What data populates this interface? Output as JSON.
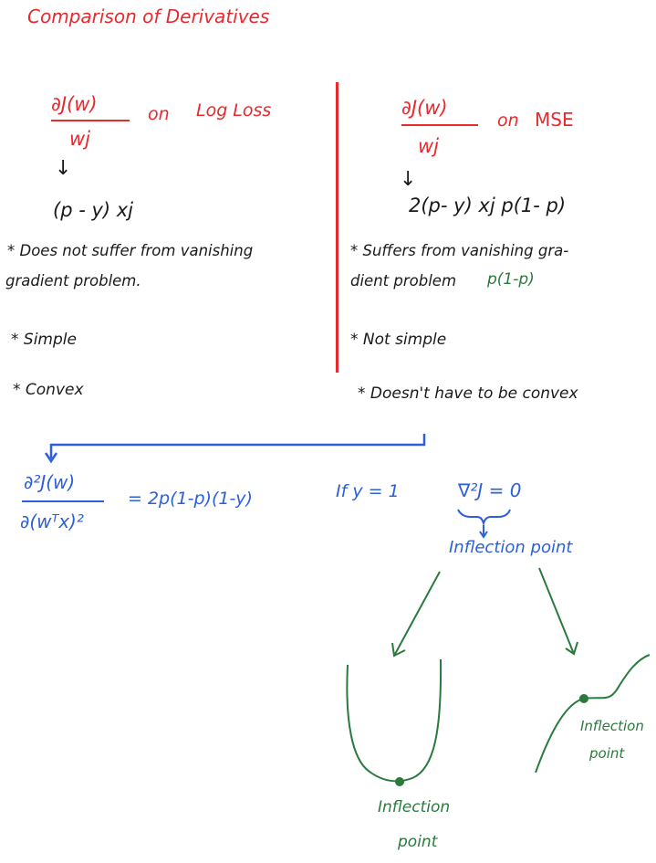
{
  "title": "Comparison of Derivatives",
  "left": {
    "numerator": "∂J(w)",
    "denominator": "wj",
    "on_label": "on",
    "loss_name": "Log Loss",
    "arrow": "↓",
    "derivative": "(p - y) xj",
    "note1_line1": "* Does not suffer from vanishing",
    "note1_line2": "gradient problem.",
    "note2": "* Simple",
    "note3": "* Convex"
  },
  "right": {
    "numerator": "∂J(w)",
    "denominator": "wj",
    "on_label": "on",
    "loss_name": "MSE",
    "arrow": "↓",
    "derivative": "2(p- y) xj p(1- p)",
    "note1_line1": "* Suffers from vanishing gra-",
    "note1_line2": "dient problem",
    "note1_highlight": "p(1-p)",
    "note2": "* Not simple",
    "note3": "* Doesn't have to be convex"
  },
  "bottom": {
    "second_numerator": "∂²J(w)",
    "second_denominator": "∂(wᵀx)²",
    "equals": "= 2p(1-p)(1-y)",
    "condition": "If y = 1",
    "hessian": "∇²J = 0",
    "inflection_label": "Inflection point"
  },
  "sketches": {
    "left_label_line1": "Inflection",
    "left_label_line2": "point",
    "right_label_line1": "Inflection",
    "right_label_line2": "point"
  },
  "colors": {
    "red": "#e8292e",
    "black": "#1a1a1a",
    "blue": "#2c5fd9",
    "green": "#2a7a3e"
  }
}
